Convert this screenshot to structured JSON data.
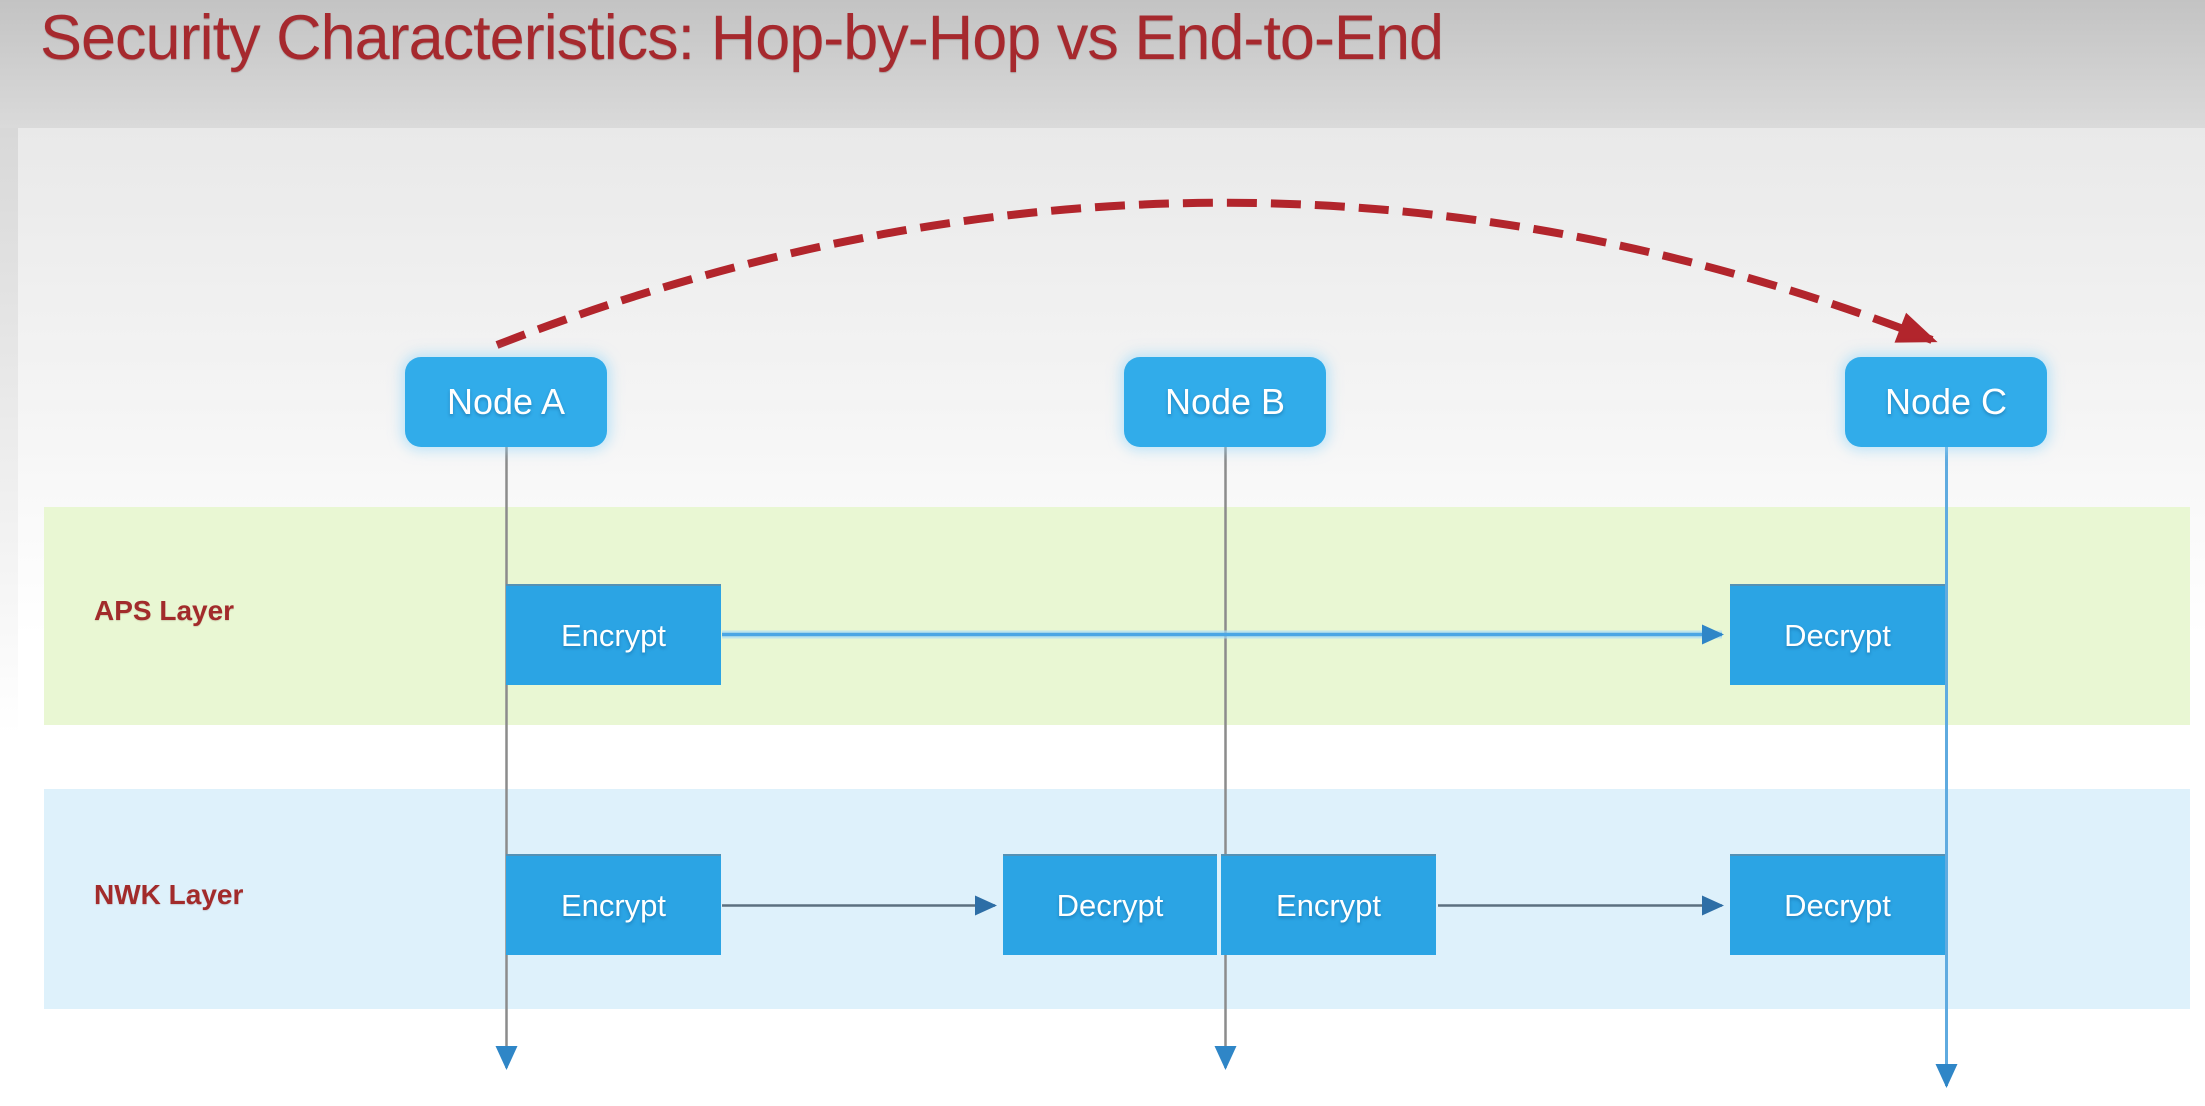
{
  "title": "Security Characteristics: Hop-by-Hop vs End-to-End",
  "diagram": {
    "nodes": [
      {
        "label": "Node A"
      },
      {
        "label": "Node B"
      },
      {
        "label": "Node C"
      }
    ],
    "layers": [
      {
        "label": "APS Layer",
        "operations": [
          {
            "node": "Node A",
            "action": "Encrypt"
          },
          {
            "node": "Node C",
            "action": "Decrypt"
          }
        ]
      },
      {
        "label": "NWK Layer",
        "operations": [
          {
            "node": "Node A",
            "action": "Encrypt"
          },
          {
            "node": "Node B",
            "action": "Decrypt"
          },
          {
            "node": "Node B",
            "action": "Encrypt"
          },
          {
            "node": "Node C",
            "action": "Decrypt"
          }
        ]
      }
    ],
    "flows": [
      {
        "name": "end-to-end",
        "from": "Node A",
        "to": "Node C",
        "style": "dashed-red-arc"
      },
      {
        "name": "aps-encrypt-to-decrypt",
        "from": "Node A",
        "to": "Node C",
        "layer": "APS Layer"
      },
      {
        "name": "nwk-hop-1",
        "from": "Node A",
        "to": "Node B",
        "layer": "NWK Layer"
      },
      {
        "name": "nwk-hop-2",
        "from": "Node B",
        "to": "Node C",
        "layer": "NWK Layer"
      }
    ]
  },
  "colors": {
    "title_text": "#a6292e",
    "title_band_top": "#c3c3c3",
    "title_band_bottom": "#dadada",
    "layer_label": "#a22b2b",
    "aps_band": "#e9f7d3",
    "nwk_band": "#def1fb",
    "node_fill": "#31acea",
    "op_fill": "#2ba4e4",
    "end_to_end_arrow": "#b2252c",
    "aps_arrow": "#4ba6e4",
    "hop_arrow_line": "#5c7080",
    "arrowhead_blue": "#2f86c7",
    "arrowhead_dark": "#2d6ea6",
    "lifeline_gray": "#8c8c8c",
    "lifeline_blue": "#5fabe0"
  }
}
